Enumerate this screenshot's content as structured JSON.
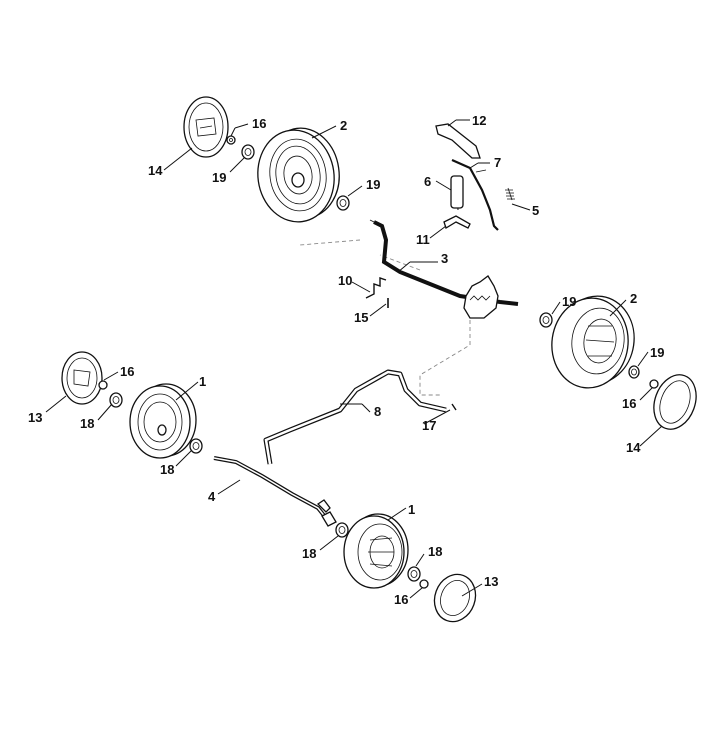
{
  "diagram": {
    "callouts": [
      {
        "id": "c-12",
        "text": "12"
      },
      {
        "id": "c-7",
        "text": "7"
      },
      {
        "id": "c-6",
        "text": "6"
      },
      {
        "id": "c-5",
        "text": "5"
      },
      {
        "id": "c-11",
        "text": "11"
      },
      {
        "id": "c-3",
        "text": "3"
      },
      {
        "id": "c-10",
        "text": "10"
      },
      {
        "id": "c-15",
        "text": "15"
      },
      {
        "id": "c-14a",
        "text": "14"
      },
      {
        "id": "c-16a",
        "text": "16"
      },
      {
        "id": "c-19a",
        "text": "19"
      },
      {
        "id": "c-2a",
        "text": "2"
      },
      {
        "id": "c-19b",
        "text": "19"
      },
      {
        "id": "c-19c",
        "text": "19"
      },
      {
        "id": "c-2b",
        "text": "2"
      },
      {
        "id": "c-19d",
        "text": "19"
      },
      {
        "id": "c-16b",
        "text": "16"
      },
      {
        "id": "c-14b",
        "text": "14"
      },
      {
        "id": "c-13a",
        "text": "13"
      },
      {
        "id": "c-16c",
        "text": "16"
      },
      {
        "id": "c-18a",
        "text": "18"
      },
      {
        "id": "c-1a",
        "text": "1"
      },
      {
        "id": "c-18b",
        "text": "18"
      },
      {
        "id": "c-8",
        "text": "8"
      },
      {
        "id": "c-17",
        "text": "17"
      },
      {
        "id": "c-4",
        "text": "4"
      },
      {
        "id": "c-1b",
        "text": "1"
      },
      {
        "id": "c-18c",
        "text": "18"
      },
      {
        "id": "c-18d",
        "text": "18"
      },
      {
        "id": "c-16d",
        "text": "16"
      },
      {
        "id": "c-13b",
        "text": "13"
      }
    ]
  }
}
